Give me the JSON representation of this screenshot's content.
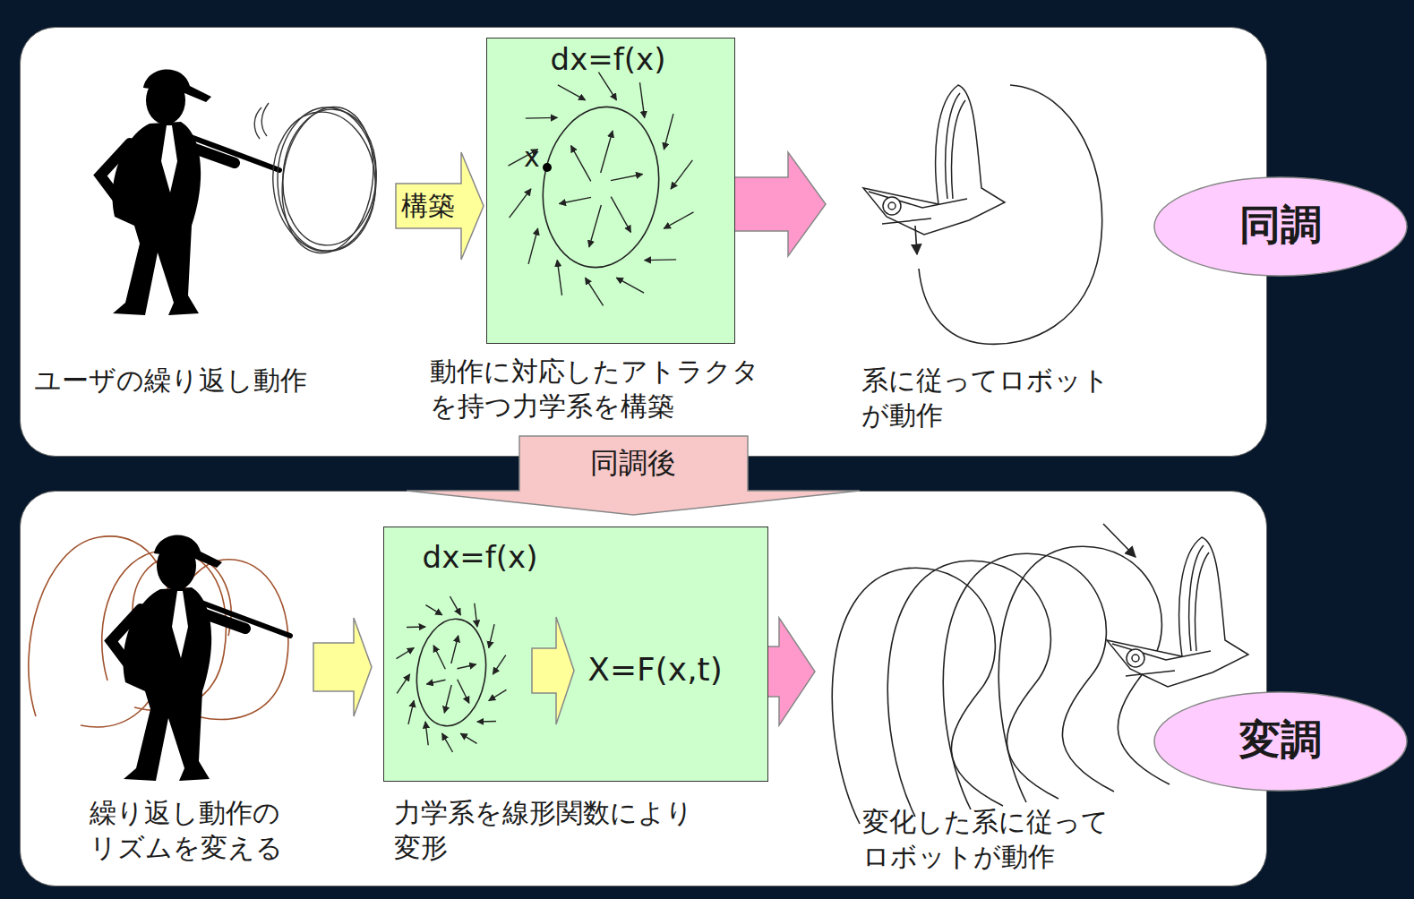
{
  "diagram": {
    "nodes": [
      {
        "text": [
          "ユーザの繰り返し動作",
          "動作に対応したアトラクタ を持つ力学系を構築",
          "系に従ってロボット が動作"
        ]
      },
      {
        "text": [
          "構築"
        ],
        "in": 0
      },
      {
        "text": [
          "dx=f(x)",
          "x"
        ],
        "in": 0
      },
      {
        "text": [
          "同調"
        ],
        "in": 0
      },
      {
        "text": [
          "同調後"
        ]
      },
      {
        "text": [
          "繰り返し動作の リズムを変える",
          "力学系を線形関数により 変形",
          "変化した系に従って ロボットが動作"
        ]
      },
      {
        "text": [
          "dx=f(x)",
          "X=F(x,t)"
        ],
        "in": 5
      },
      {
        "text": [
          "変調"
        ],
        "in": 5
      }
    ]
  }
}
